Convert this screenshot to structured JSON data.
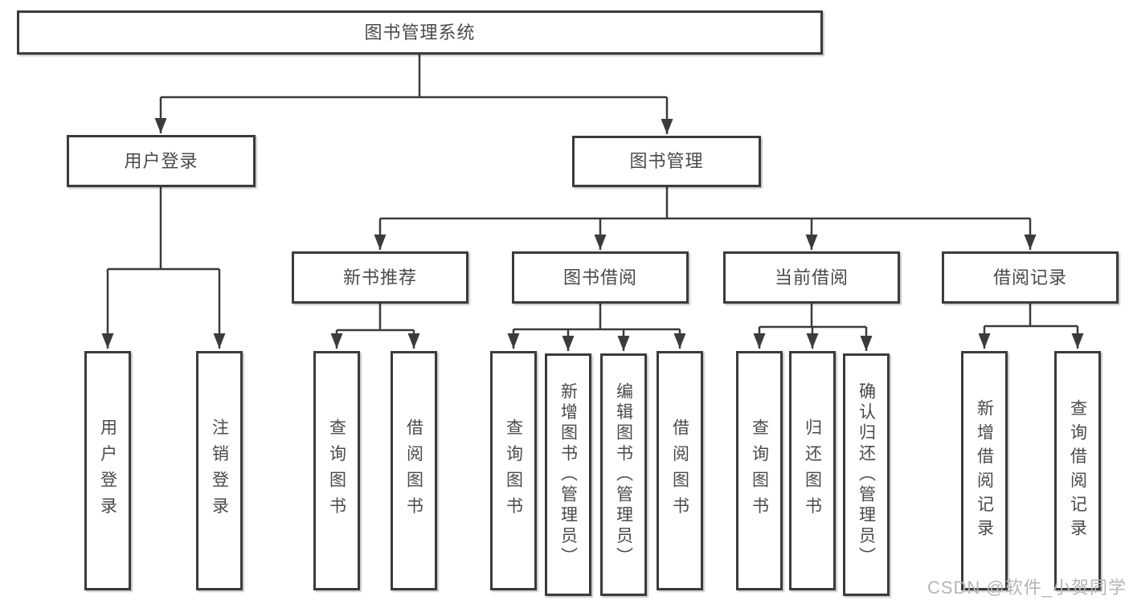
{
  "colors": {
    "line": "#3b3b3b",
    "text": "#4a4a4a",
    "watermark": "#b5b5b5",
    "bg": "#ffffff"
  },
  "watermark": {
    "text": "CSDN @软件_小贺同学"
  },
  "tree": {
    "root": {
      "label": "图书管理系统",
      "children": [
        {
          "label": "用户登录",
          "children": [
            {
              "label": "用户登录"
            },
            {
              "label": "注销登录"
            }
          ]
        },
        {
          "label": "图书管理",
          "children": [
            {
              "label": "新书推荐",
              "children": [
                {
                  "label": "查询图书"
                },
                {
                  "label": "借阅图书"
                }
              ]
            },
            {
              "label": "图书借阅",
              "children": [
                {
                  "label": "查询图书"
                },
                {
                  "label": "新增图书（管理员）"
                },
                {
                  "label": "编辑图书（管理员）"
                },
                {
                  "label": "借阅图书"
                }
              ]
            },
            {
              "label": "当前借阅",
              "children": [
                {
                  "label": "查询图书"
                },
                {
                  "label": "归还图书"
                },
                {
                  "label": "确认归还（管理员）"
                }
              ]
            },
            {
              "label": "借阅记录",
              "children": [
                {
                  "label": "新增借阅记录"
                },
                {
                  "label": "查询借阅记录"
                }
              ]
            }
          ]
        }
      ]
    }
  }
}
